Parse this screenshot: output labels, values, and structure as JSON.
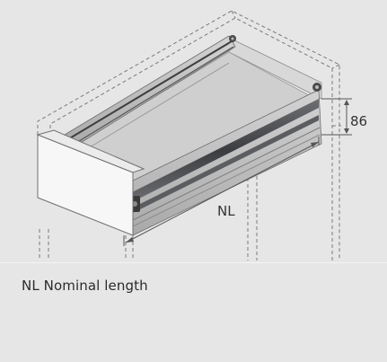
{
  "figure": {
    "height_label": "86",
    "length_label": "NL"
  },
  "caption": {
    "text": "NL Nominal length"
  }
}
